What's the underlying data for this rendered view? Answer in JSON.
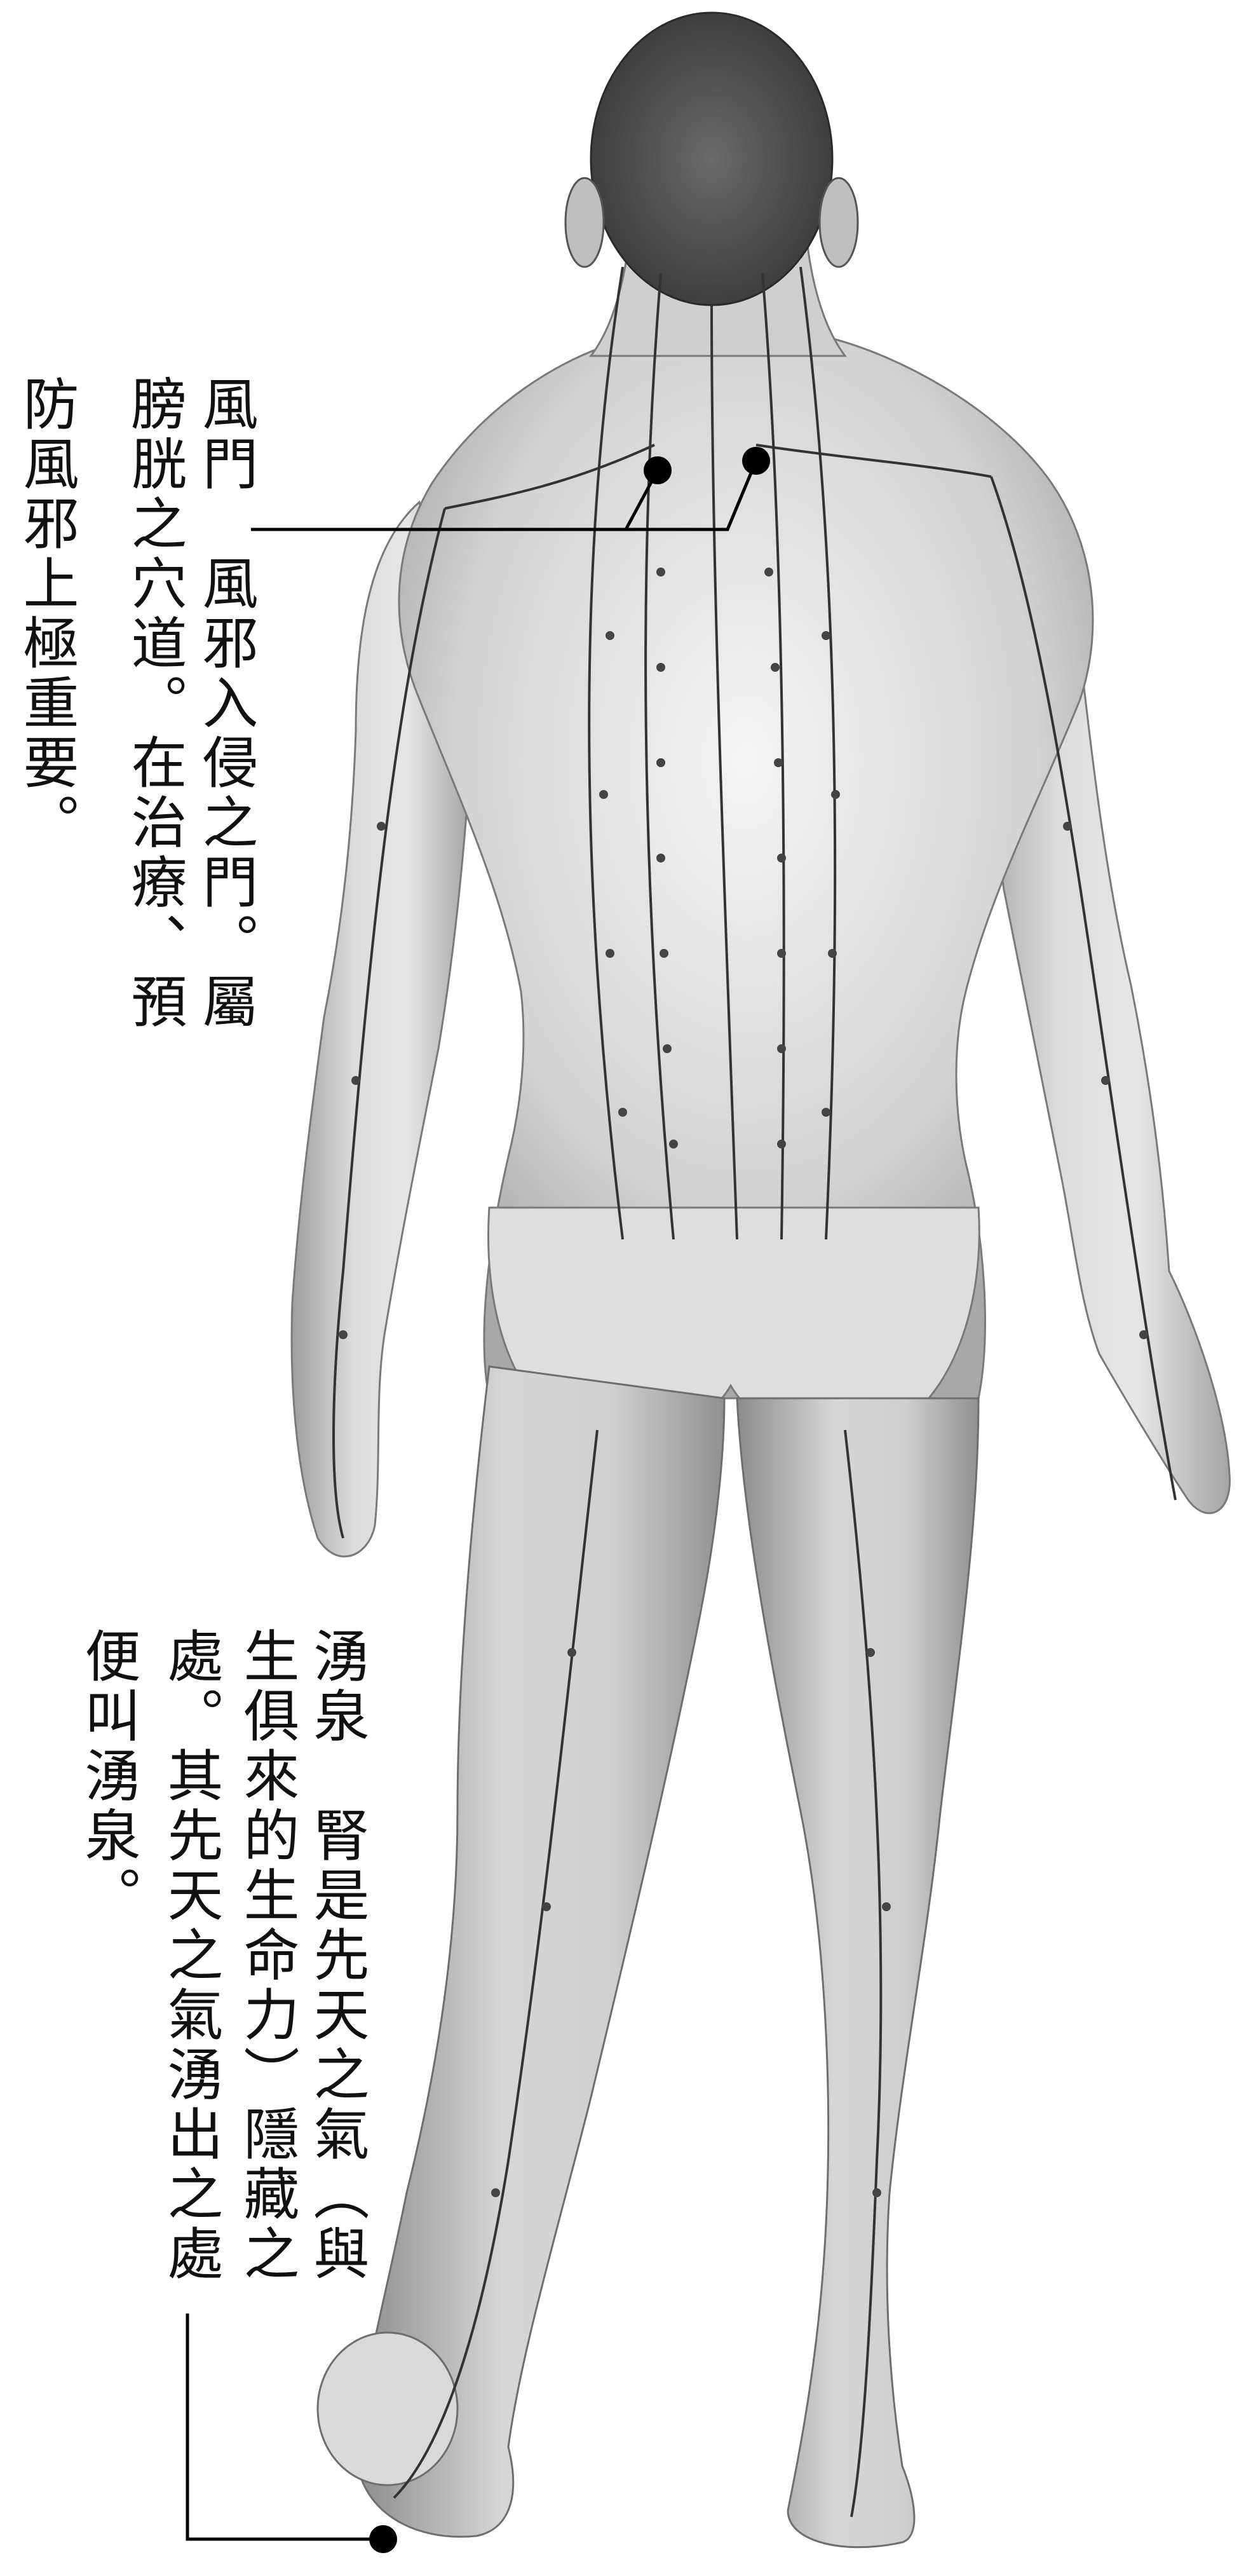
{
  "annotations": {
    "fengmen": {
      "col1": "風門　風邪入侵之門。屬",
      "col2": "膀胱之穴道。在治療、預",
      "col3": "防風邪上極重要。"
    },
    "yongquan": {
      "col1": "湧泉　腎是先天之氣（與",
      "col2": "生俱來的生命力）隱藏之",
      "col3": "處。其先天之氣湧出之處",
      "col4": "便叫湧泉。"
    }
  },
  "colors": {
    "text": "#111111",
    "skin_light": "#efefef",
    "skin_dark": "#9a9a9a",
    "meridian": "#333333",
    "point": "#000000"
  }
}
